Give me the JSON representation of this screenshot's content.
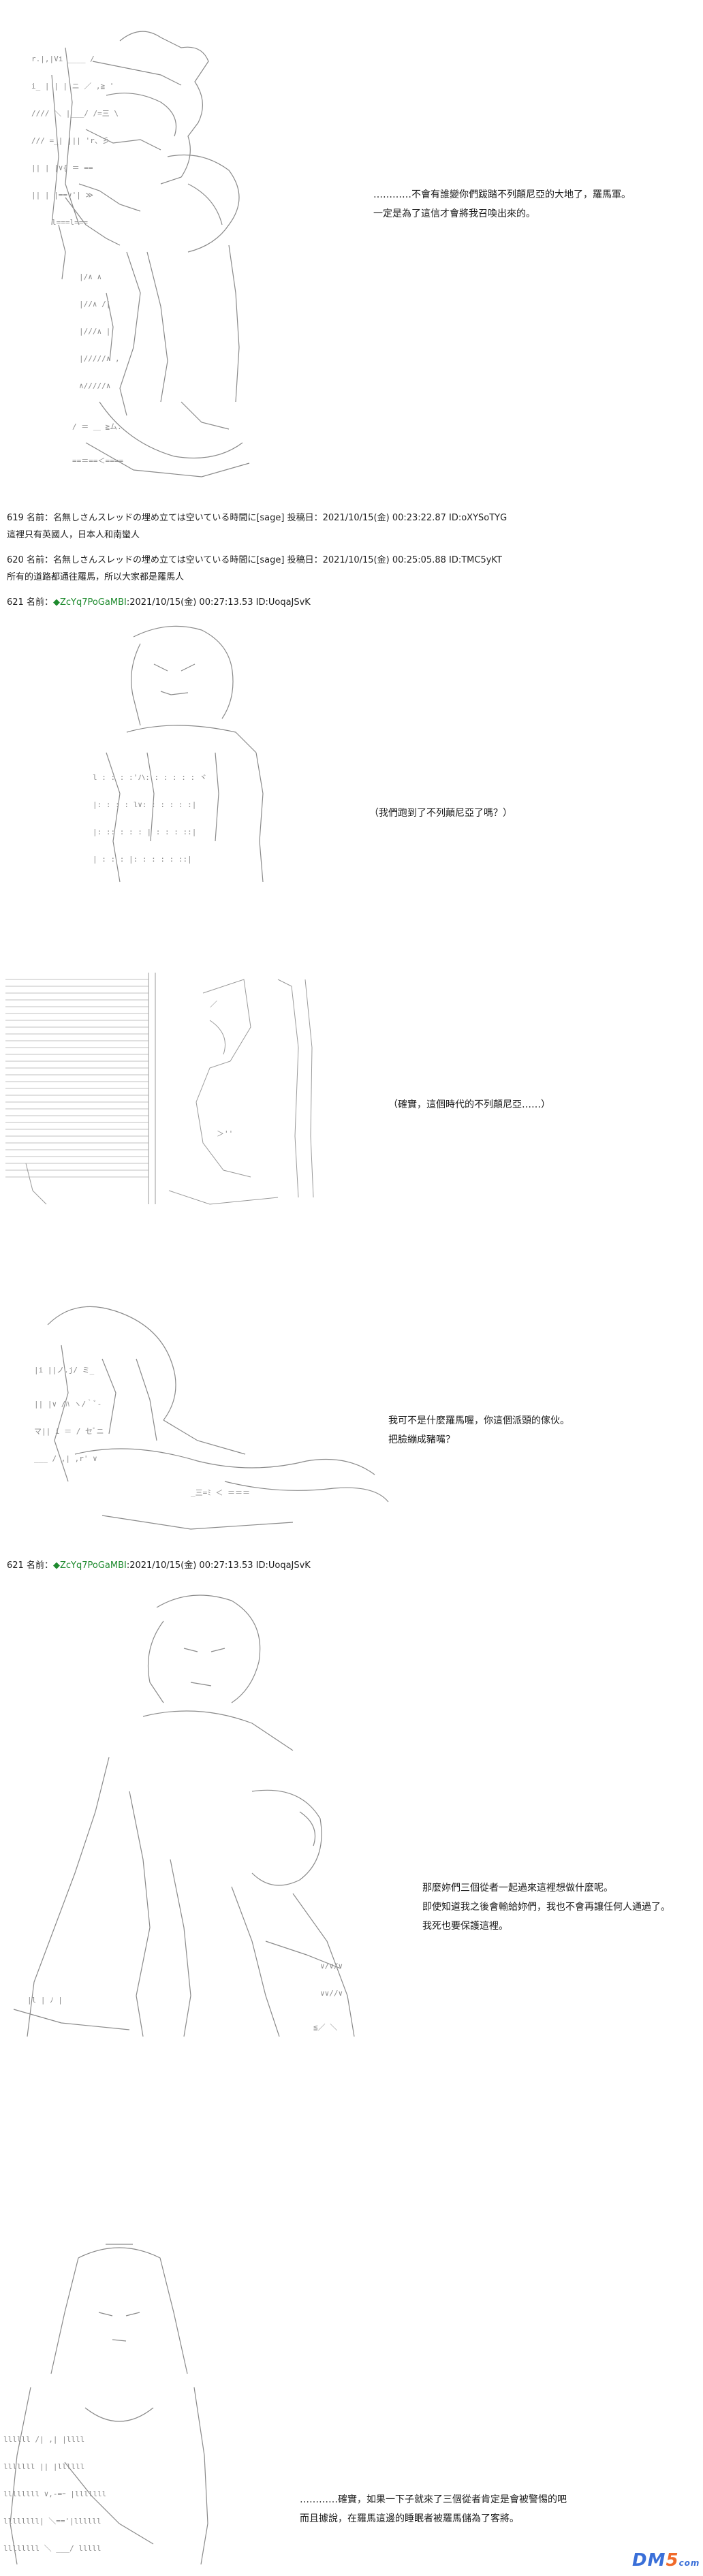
{
  "panel1": {
    "dialog": [
      "…………不會有誰變你們跋踏不列顛尼亞的大地了，羅馬軍。",
      "一定是為了這信才會將我召喚出來的。"
    ]
  },
  "post619": {
    "number": "619",
    "name": "名前：名無しさんスレッドの埋め立ては空いている時間に",
    "mail": "[sage]",
    "date": "投稿日：2021/10/15(金) 00:23:22.87 ID:oXYSoTYG",
    "body": "這裡只有英國人，日本人和南蠻人"
  },
  "post620": {
    "number": "620",
    "name": "名前：名無しさんスレッドの埋め立ては空いている時間に",
    "mail": "[sage]",
    "date": "投稿日：2021/10/15(金) 00:25:05.88 ID:TMC5yKT",
    "body": "所有的道路都通往羅馬，所以大家都是羅馬人"
  },
  "post621a": {
    "number": "621",
    "name": "名前：",
    "trip": "◆ZcYq7PoGaMBI",
    "date": ":2021/10/15(金) 00:27:13.53 ID:UoqaJSvK"
  },
  "panel2": {
    "dialog": [
      "（我們跑到了不列顛尼亞了嗎？）"
    ]
  },
  "panel3": {
    "dialog": [
      "（確實，這個時代的不列顛尼亞……）"
    ]
  },
  "panel4": {
    "dialog": [
      "我可不是什麼羅馬喔，你這個派頭的傢伙。",
      "把臉繃成豬嘴？"
    ]
  },
  "post621b": {
    "number": "621",
    "name": "名前：",
    "trip": "◆ZcYq7PoGaMBI",
    "date": ":2021/10/15(金) 00:27:13.53 ID:UoqaJSvK"
  },
  "panel5": {
    "dialog": [
      "那麼妳們三個從者一起過來這裡想做什麼呢。",
      "即使知道我之後會輸給妳們，我也不會再讓任何人通過了。",
      "我死也要保護這裡。"
    ]
  },
  "panel6": {
    "dialog": [
      "…………確實，如果一下子就來了三個從者肯定是會被警惕的吧",
      "而且據說，在羅馬這邊的睡眠者被羅馬儲為了客將。"
    ]
  },
  "logo": {
    "main": "DM",
    "accent": "5",
    "suffix": "com"
  },
  "colors": {
    "trip": "#1e8a2e",
    "logo": "#3a6fd8",
    "logo_accent": "#f06a2a",
    "ascii_art": "#8a8a8a"
  }
}
